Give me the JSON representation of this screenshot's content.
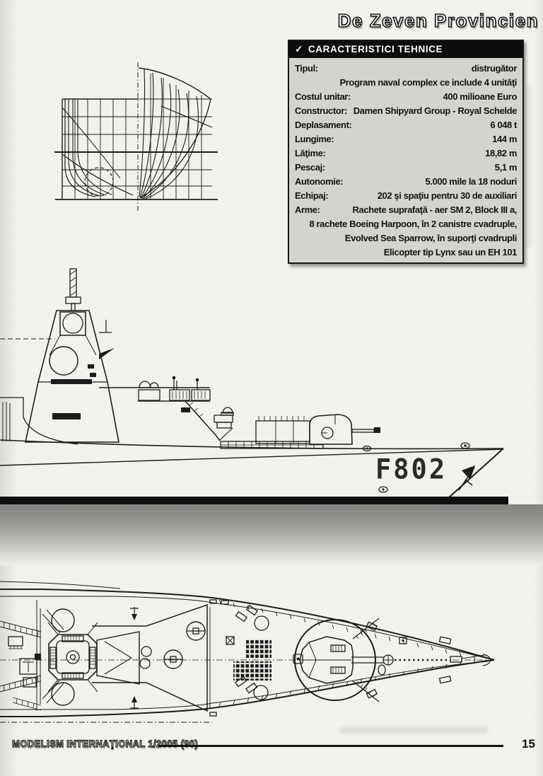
{
  "page": {
    "title": "De Zeven Provincien",
    "footer": {
      "magazine": "MODELISM INTERNAŢIONAL 1/2005 (90)",
      "page_number": "15"
    }
  },
  "specs": {
    "header": {
      "check": "✓",
      "title": "CARACTERISTICI TEHNICE"
    },
    "rows": [
      {
        "label": "Tipul:",
        "value": "distrugător"
      },
      {
        "label": "",
        "value": "Program naval complex ce include 4 unităţi"
      },
      {
        "label": "Costul unitar:",
        "value": "400 milioane Euro"
      },
      {
        "label": "Constructor:",
        "value": "Damen Shipyard Group - Royal Schelde"
      },
      {
        "label": "Deplasament:",
        "value": "6 048 t"
      },
      {
        "label": "Lungime:",
        "value": "144 m"
      },
      {
        "label": "Lăţime:",
        "value": "18,82 m"
      },
      {
        "label": "Pescaj:",
        "value": "5,1 m"
      },
      {
        "label": "Autonomie:",
        "value": "5.000 mile la 18 noduri"
      },
      {
        "label": "Echipaj:",
        "value": "202 şi spaţiu pentru 30 de auxiliari"
      },
      {
        "label": "Arme:",
        "value": "Rachete suprafaţă - aer SM 2, Block III a,"
      },
      {
        "label": "",
        "value": "8 rachete Boeing Harpoon, în 2 canistre cvadruple,"
      },
      {
        "label": "",
        "value": "Evolved Sea Sparrow, în suporţi cvadrupli"
      },
      {
        "label": "",
        "value": "Elicopter tip Lynx sau un EH 101"
      }
    ]
  },
  "drawings": {
    "hull_number": "F802"
  }
}
